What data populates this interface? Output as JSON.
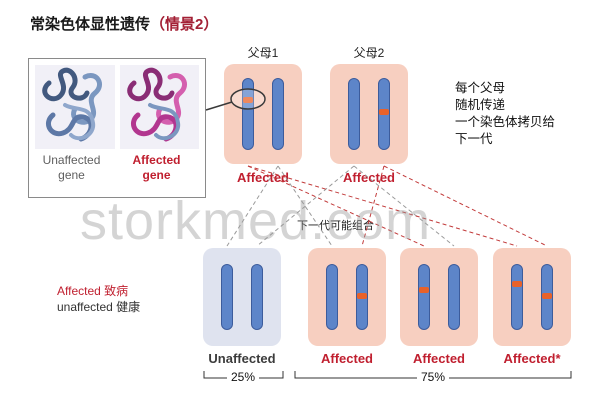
{
  "title": {
    "main": "常染色体显性遗传",
    "scenario": "（情景2）"
  },
  "gene_box": {
    "unaffected": {
      "line1": "Unaffected",
      "line2": "gene"
    },
    "affected": {
      "line1": "Affected",
      "line2": "gene"
    }
  },
  "parents": {
    "parent1": {
      "label": "父母1",
      "status": "Affected"
    },
    "parent2": {
      "label": "父母2",
      "status": "Affected"
    }
  },
  "note": {
    "line1": "每个父母",
    "line2": "随机传递",
    "line3": "一个染色体拷贝给",
    "line4": "下一代"
  },
  "offspring_heading": "下一代可能组合",
  "offspring": {
    "child1": {
      "status": "Unaffected"
    },
    "child2": {
      "status": "Affected"
    },
    "child3": {
      "status": "Affected"
    },
    "child4": {
      "status": "Affected*"
    }
  },
  "legend": {
    "affected": "Affected 致病",
    "unaffected": "unaffected 健康"
  },
  "percent": {
    "unaffected": "25%",
    "affected": "75%"
  },
  "watermark": "storkmed.com",
  "colors": {
    "affected_text": "#c01f2f",
    "affected_box": "#f7cfc0",
    "unaffected_box": "#dfe3ef",
    "chromosome": "#5d85c9",
    "gene_band": "#e8622a",
    "dashed_gray": "#9a9a9a",
    "dashed_red": "#c23b3b"
  }
}
